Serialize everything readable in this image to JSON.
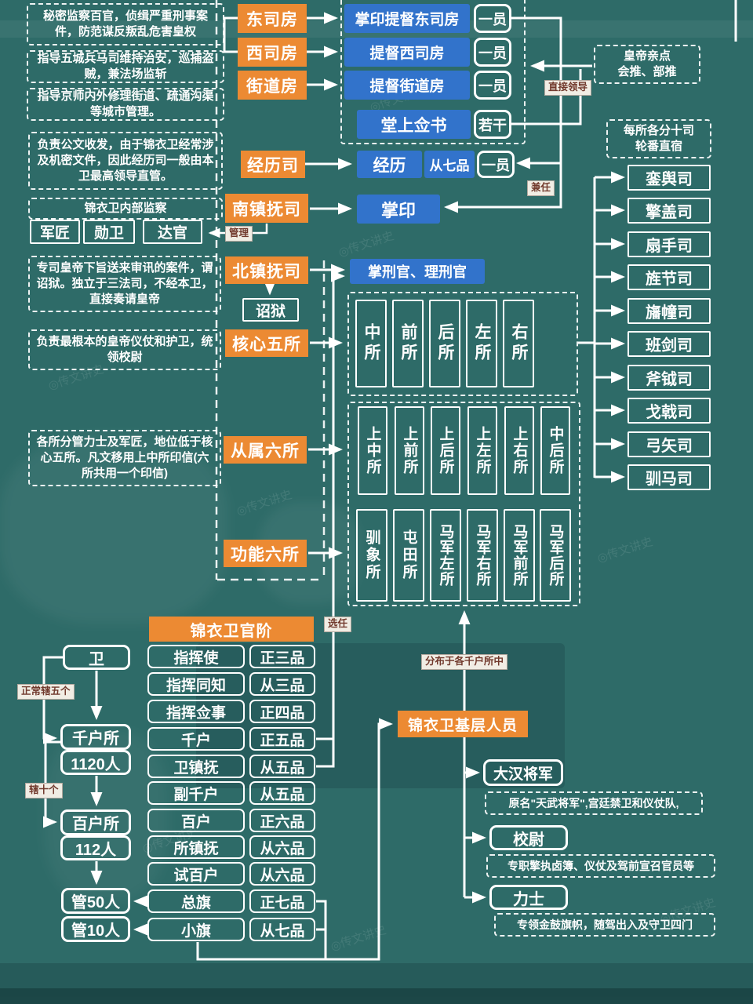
{
  "watermark": "◎传文讲史",
  "rooms": {
    "east": {
      "label": "东司房",
      "desc": "秘密监察百官，侦缉严重刑事案件，防范谋反叛乱危害皇权",
      "officer": "掌印提督东司房",
      "count": "一员"
    },
    "west": {
      "label": "西司房",
      "desc": "指导五城兵马司维持治安，巡捕盗贼，兼法场监斩",
      "officer": "提督西司房",
      "count": "一员"
    },
    "street": {
      "label": "街道房",
      "desc": "指导京师内外修理街道、疏通沟渠等城市管理。",
      "officer": "提督街道房",
      "count": "一员"
    },
    "tang": {
      "officer": "堂上佥书",
      "count": "若干"
    }
  },
  "emperor": {
    "line1": "皇帝亲点",
    "line2": "会推、部推"
  },
  "labels": {
    "direct": "直接领导",
    "jianren": "兼任",
    "guanli": "管理",
    "xuanren": "选任",
    "fenbu": "分布于各千户所中",
    "five": "正常辖五个",
    "ten": "辖十个"
  },
  "jingli": {
    "dept": "经历司",
    "desc": "负责公文收发，由于锦衣卫经常涉及机密文件，因此经历司一般由本卫最高领导直管。",
    "officer": "经历",
    "grade": "从七品",
    "count": "一员"
  },
  "south": {
    "dept": "南镇抚司",
    "officer": "掌印",
    "note": "锦衣卫内部监察",
    "groups": [
      "军匠",
      "勋卫",
      "达官"
    ]
  },
  "north": {
    "dept": "北镇抚司",
    "desc": "专司皇帝下旨送来审讯的案件，谓诏狱。独立于三法司，不经本卫，直接奏请皇帝",
    "prison": "诏狱",
    "officers": "掌刑官、理刑官"
  },
  "core": {
    "dept": "核心五所",
    "desc": "负责最根本的皇帝仪仗和护卫，统领校尉",
    "units": [
      "中所",
      "前所",
      "后所",
      "左所",
      "右所"
    ]
  },
  "sub": {
    "dept": "从属六所",
    "desc": "各所分管力士及军匠，地位低于核心五所。凡文移用上中所印信(六所共用一个印信)",
    "units": [
      "上中所",
      "上前所",
      "上后所",
      "上左所",
      "上右所",
      "中后所"
    ]
  },
  "func": {
    "dept": "功能六所",
    "units": [
      "驯象所",
      "屯田所",
      "马军左所",
      "马军右所",
      "马军前所",
      "马军后所"
    ]
  },
  "tensi": {
    "note1": "每所各分十司",
    "note2": "轮番直宿",
    "units": [
      "銮舆司",
      "擎盖司",
      "扇手司",
      "旌节司",
      "旛幢司",
      "班剑司",
      "斧钺司",
      "戈戟司",
      "弓矢司",
      "驯马司"
    ]
  },
  "chain": {
    "wei": "卫",
    "qianhusuo": "千户所",
    "n1120": "1120人",
    "baihusuo": "百户所",
    "n112": "112人",
    "g50": "管50人",
    "g10": "管10人"
  },
  "ranks": {
    "title": "锦衣卫官阶",
    "rows": [
      {
        "post": "指挥使",
        "grade": "正三品"
      },
      {
        "post": "指挥同知",
        "grade": "从三品"
      },
      {
        "post": "指挥佥事",
        "grade": "正四品"
      },
      {
        "post": "千户",
        "grade": "正五品"
      },
      {
        "post": "卫镇抚",
        "grade": "从五品"
      },
      {
        "post": "副千户",
        "grade": "从五品"
      },
      {
        "post": "百户",
        "grade": "正六品"
      },
      {
        "post": "所镇抚",
        "grade": "从六品"
      },
      {
        "post": "试百户",
        "grade": "从六品"
      },
      {
        "post": "总旗",
        "grade": "正七品"
      },
      {
        "post": "小旗",
        "grade": "从七品"
      }
    ]
  },
  "grass": {
    "title": "锦衣卫基层人员",
    "dahan": {
      "label": "大汉将军",
      "desc": "原名\"天武将军\",宫廷禁卫和仪仗队,"
    },
    "xiaowei": {
      "label": "校尉",
      "desc": "专职擎执卤簿、仪仗及驾前宣召官员等"
    },
    "lishi": {
      "label": "力士",
      "desc": "专领金鼓旗帜，随驾出入及守卫四门"
    }
  }
}
